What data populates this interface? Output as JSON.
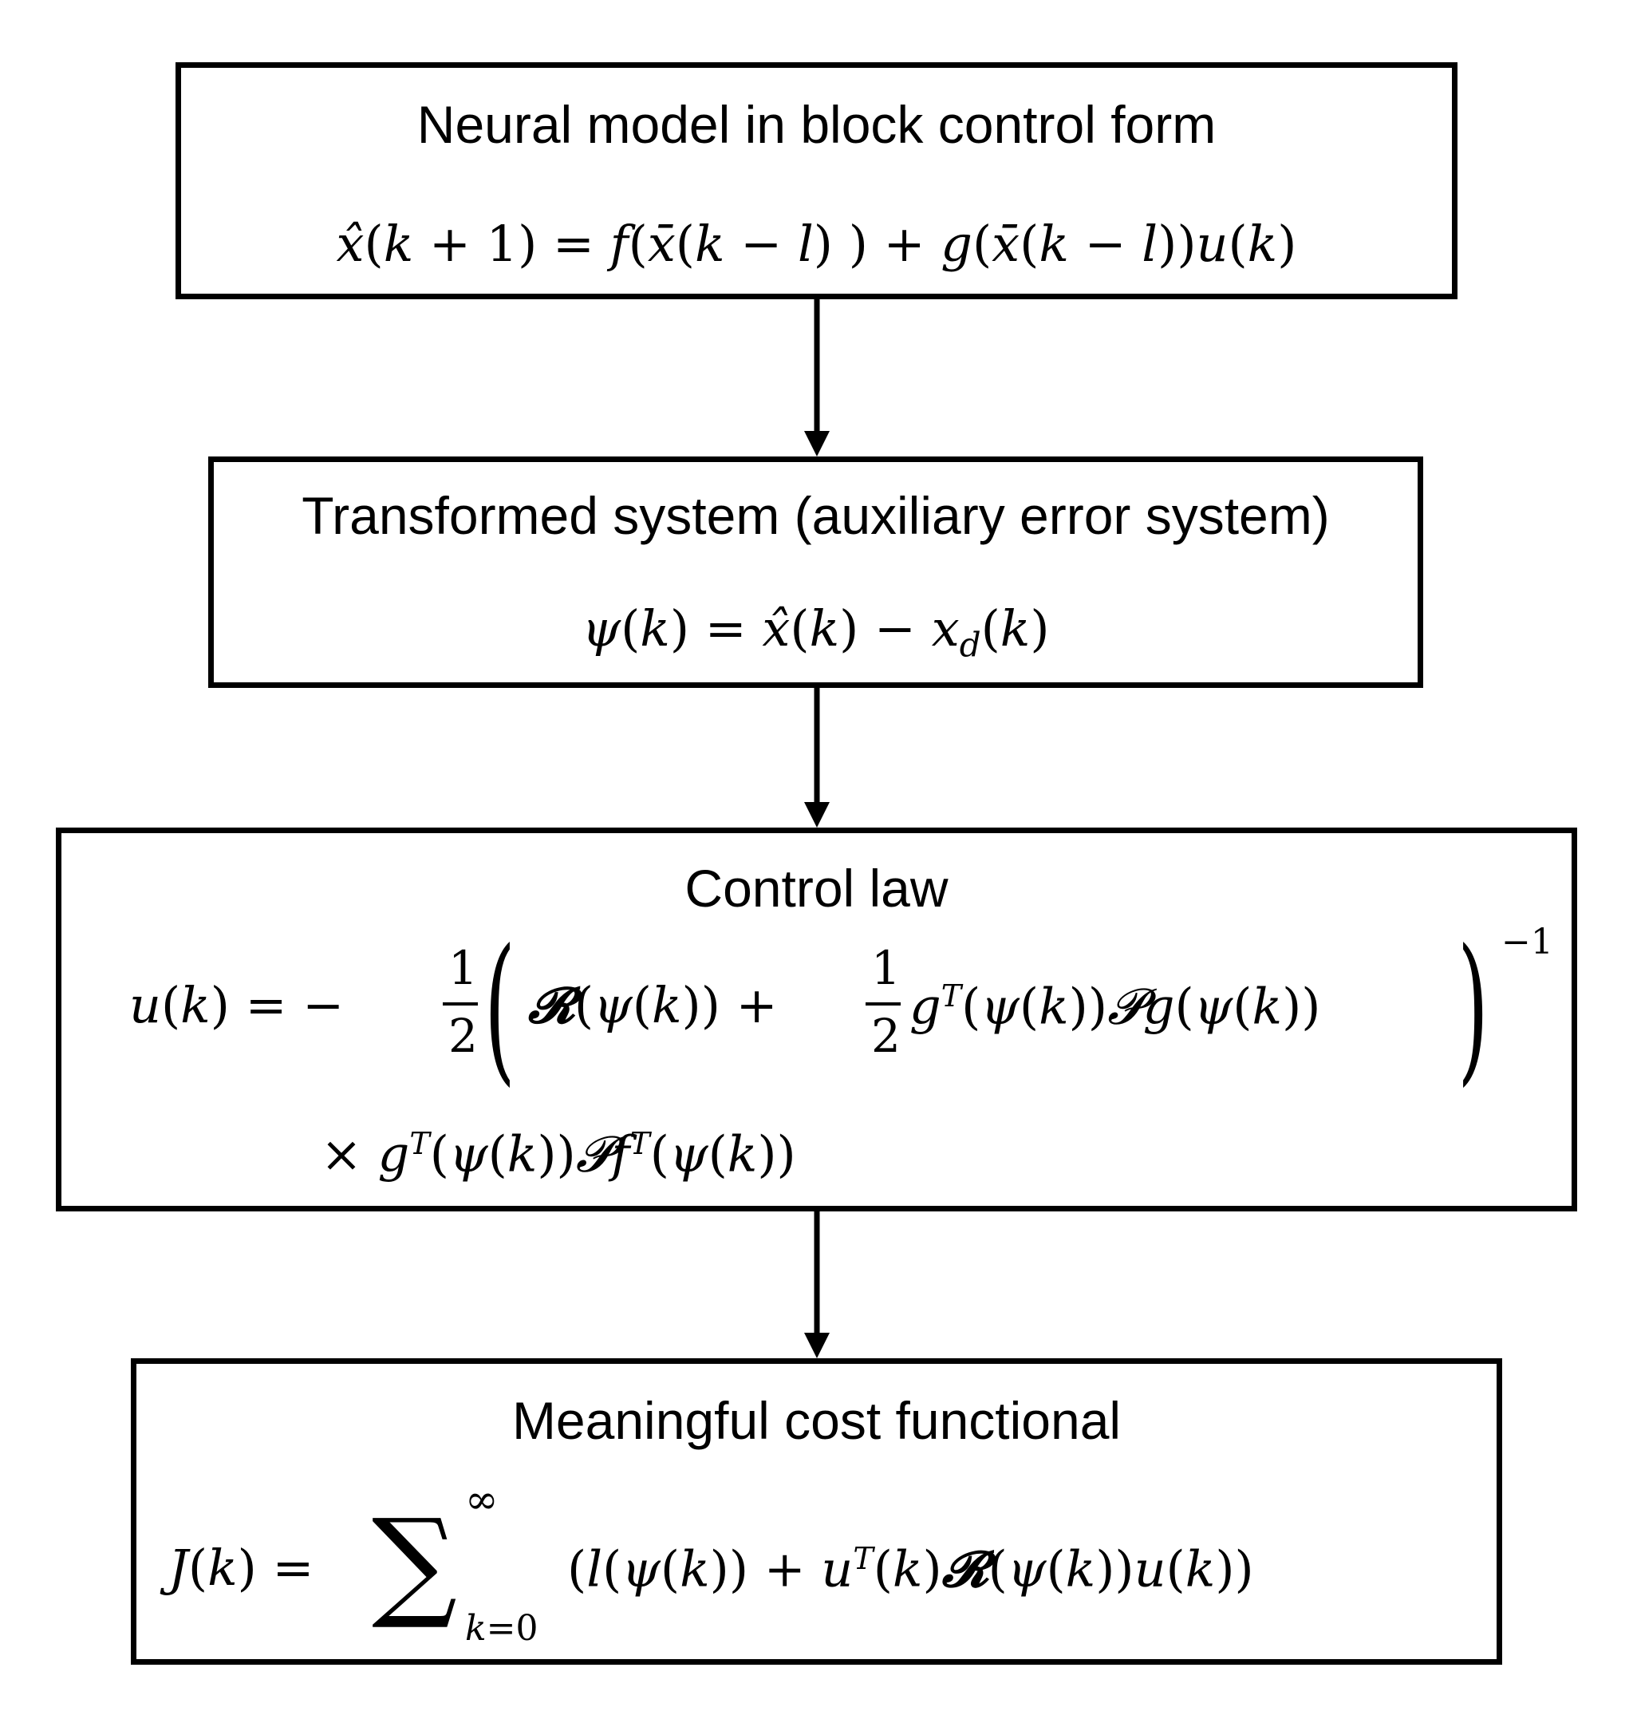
{
  "boxes": {
    "neural_model": {
      "title": "Neural model in block control form",
      "equation": "x̂(k + 1) = f (x̄(k − l) ) + g(x̄(k − l))u(k)"
    },
    "transformed_system": {
      "title": "Transformed system (auxiliary error system)",
      "equation": "ψ(k) = x̂(k) − x_d(k)"
    },
    "control_law": {
      "title": "Control law",
      "equation_line1": "u(k) = −1/2(𝓡(ψ(k)) + 1/2 g^T(ψ(k))𝓟g(ψ(k)))^−1",
      "equation_line2": "× g^T(ψ(k))𝓟f^T(ψ(k))"
    },
    "cost_functional": {
      "title": "Meaningful cost functional",
      "equation": "J(k) = ∑_{k=0}^{∞} (l(ψ(k)) + u^T(k)𝓡(ψ(k))u(k))"
    }
  },
  "edges": [
    {
      "from": "neural_model",
      "to": "transformed_system"
    },
    {
      "from": "transformed_system",
      "to": "control_law"
    },
    {
      "from": "control_law",
      "to": "cost_functional"
    }
  ]
}
